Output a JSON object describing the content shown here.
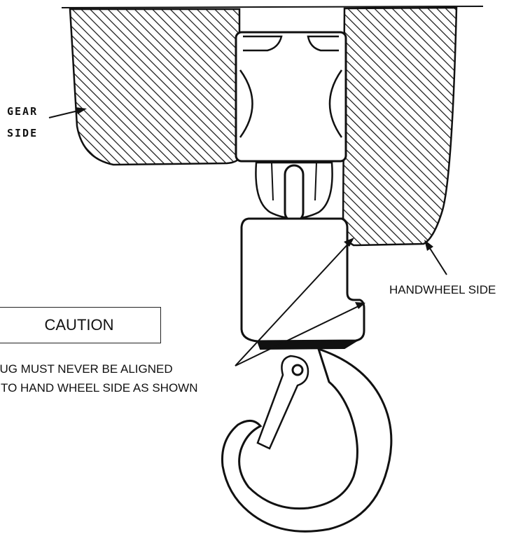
{
  "labels": {
    "gear_side": [
      "GEAR",
      "SIDE"
    ],
    "handwheel_side": "HANDWHEEL SIDE",
    "caution": "CAUTION",
    "note": [
      "LUG MUST NEVER BE ALIGNED",
      "TO HAND WHEEL SIDE AS SHOWN"
    ]
  }
}
